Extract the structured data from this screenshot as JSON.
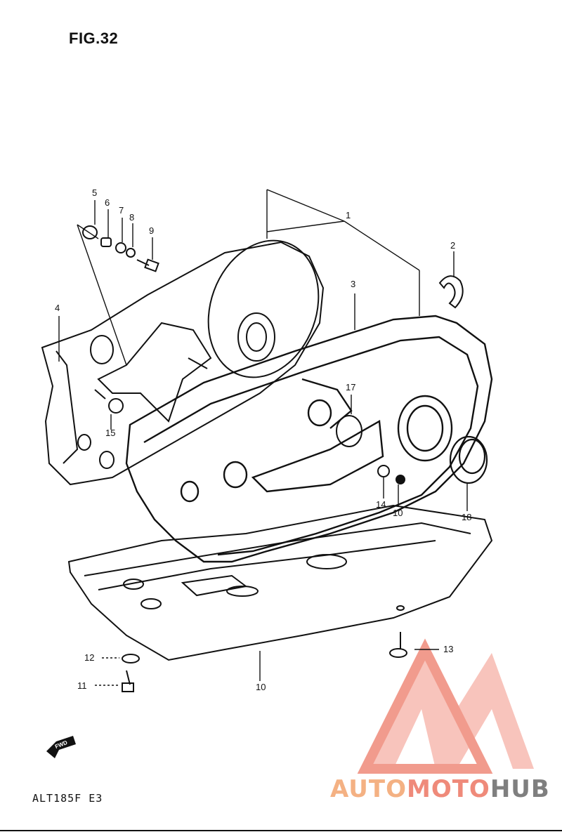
{
  "figure": {
    "title": "FIG.32",
    "model_code": "ALT185F E3",
    "forward_marker": "FWD"
  },
  "callouts": [
    {
      "id": "1",
      "label": "1"
    },
    {
      "id": "2",
      "label": "2"
    },
    {
      "id": "3",
      "label": "3"
    },
    {
      "id": "4",
      "label": "4"
    },
    {
      "id": "5",
      "label": "5"
    },
    {
      "id": "6",
      "label": "6"
    },
    {
      "id": "7",
      "label": "7"
    },
    {
      "id": "8",
      "label": "8"
    },
    {
      "id": "9",
      "label": "9"
    },
    {
      "id": "10",
      "label": "10"
    },
    {
      "id": "10b",
      "label": "10"
    },
    {
      "id": "11",
      "label": "11"
    },
    {
      "id": "12",
      "label": "12"
    },
    {
      "id": "13",
      "label": "13"
    },
    {
      "id": "14",
      "label": "14"
    },
    {
      "id": "15",
      "label": "15"
    },
    {
      "id": "16",
      "label": "16"
    },
    {
      "id": "17",
      "label": "17"
    },
    {
      "id": "18",
      "label": "18"
    }
  ],
  "watermark": {
    "part1": "AUTO",
    "part2": "MOTO",
    "part3": "HUB",
    "colors": {
      "part1": "#f4b183",
      "part2": "#ef8a7a",
      "part3": "#7f7f7f",
      "logo": "#f08a7c"
    }
  }
}
